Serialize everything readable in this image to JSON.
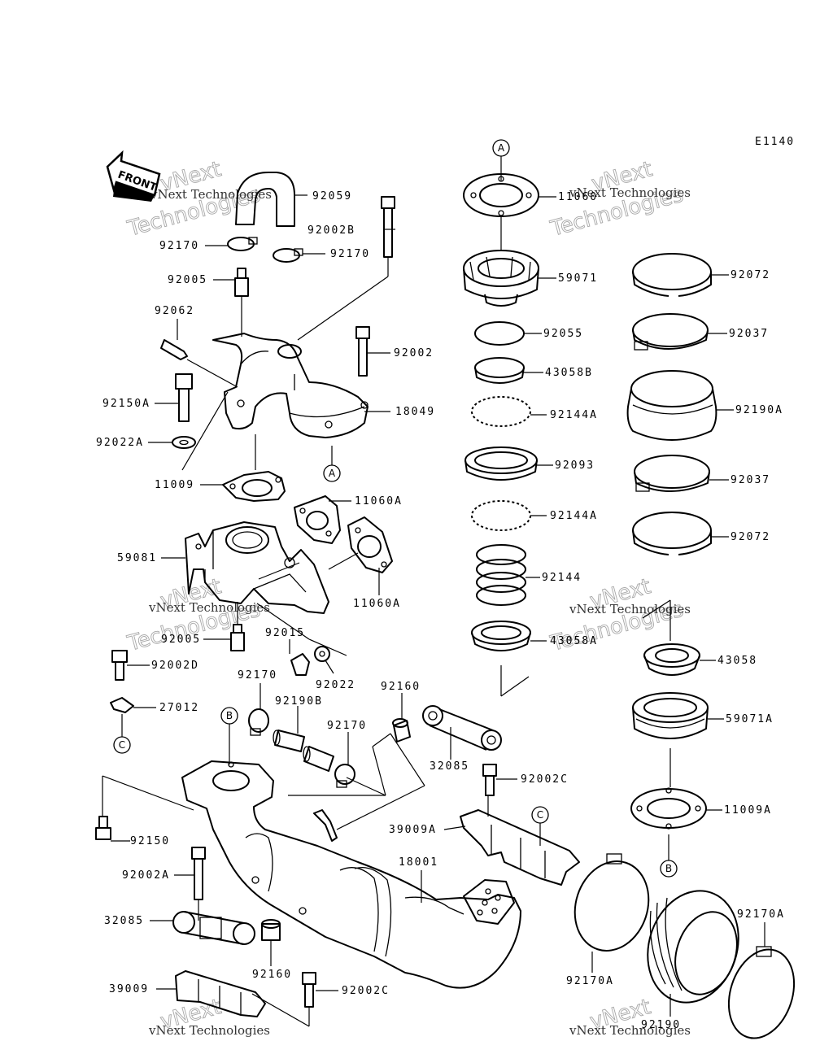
{
  "diagram_code": "E1140",
  "front_arrow_text": "FRONT",
  "watermark": {
    "line1": "vNext",
    "line2": "Technologies",
    "small": "vNext Technologies"
  },
  "callouts": [
    "A",
    "A",
    "B",
    "B",
    "C",
    "C"
  ],
  "parts": [
    "92059",
    "92002B",
    "92170",
    "92170",
    "92005",
    "92062",
    "92002",
    "92150A",
    "18049",
    "92022A",
    "11009",
    "11060A",
    "59081",
    "11060A",
    "92005",
    "92015",
    "92022",
    "92002D",
    "92170",
    "92190B",
    "92170",
    "92160",
    "27012",
    "32085",
    "92002C",
    "39009A",
    "92150",
    "18001",
    "92002A",
    "32085",
    "92160",
    "39009",
    "92002C",
    "11060",
    "59071",
    "92055",
    "43058B",
    "92144A",
    "92093",
    "92144A",
    "92144",
    "43058A",
    "92072",
    "92037",
    "92190A",
    "92037",
    "92072",
    "43058",
    "59071A",
    "11009A",
    "92170A",
    "92170A",
    "92190"
  ]
}
